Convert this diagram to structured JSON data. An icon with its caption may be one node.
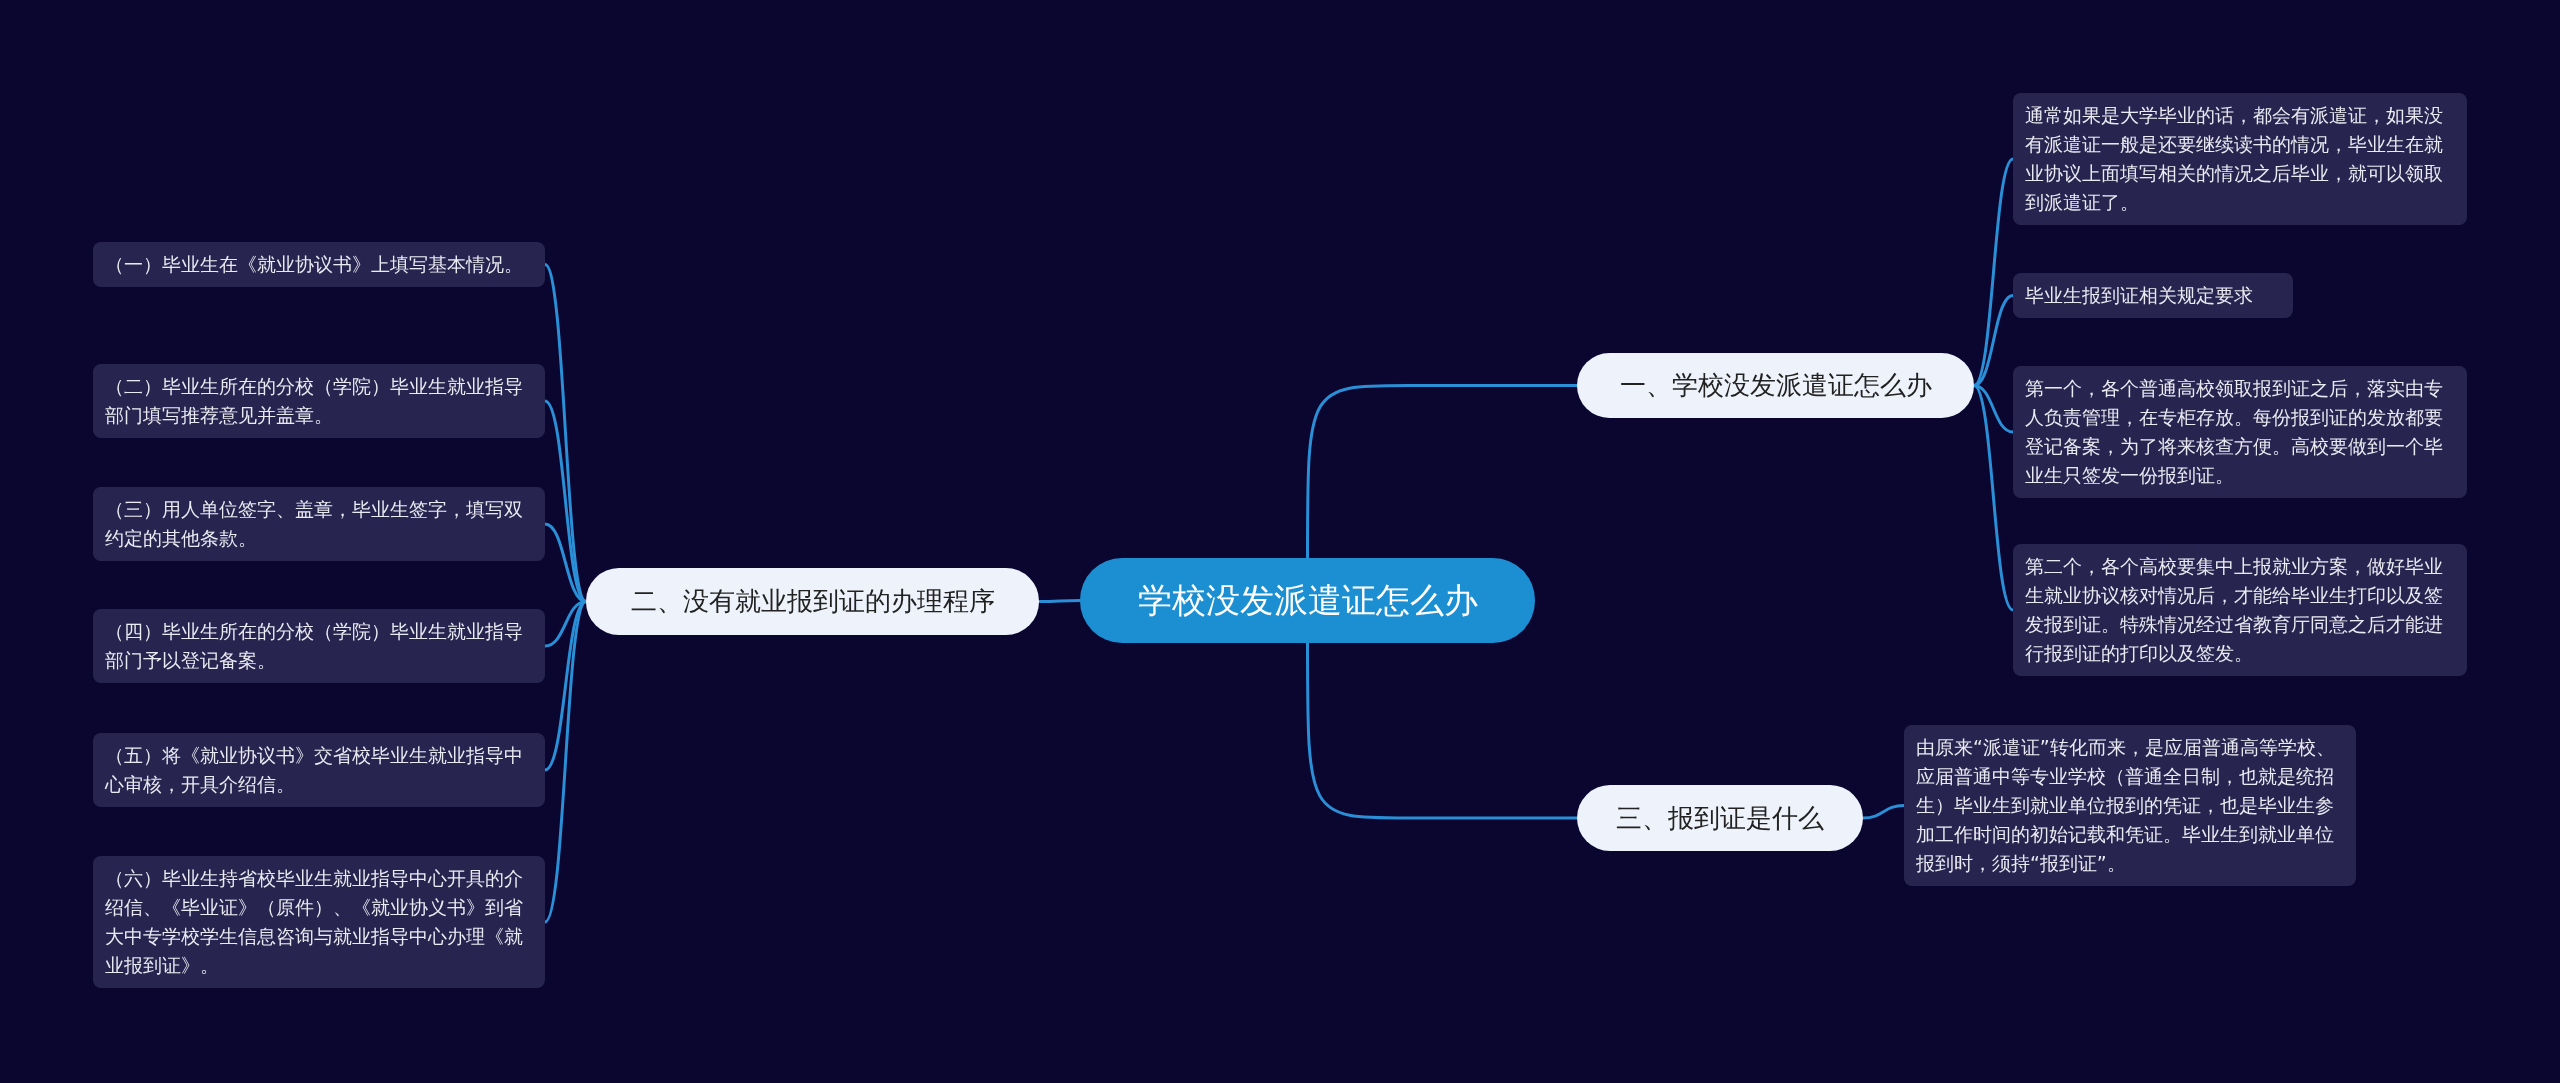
{
  "diagram": {
    "nodes": [
      {
        "text": [
          "学校没发派遣证怎么办"
        ]
      },
      {
        "text": [
          "一、学校没发派遣证怎么办"
        ]
      },
      {
        "text": [
          "通常如果是大学毕业的话，都会有派遣证，如果没有派遣证一般是还要继续读书的情况，毕业生在就业协议上面填写相关的情况之后毕业，就可以领取到派遣证了。"
        ]
      },
      {
        "text": [
          "毕业生报到证相关规定要求"
        ]
      },
      {
        "text": [
          "第一个，各个普通高校领取报到证之后，落实由专人负责管理，在专柜存放。每份报到证的发放都要登记备案，为了将来核查方便。高校要做到一个毕业生只签发一份报到证。"
        ]
      },
      {
        "text": [
          "第二个，各个高校要集中上报就业方案，做好毕业生就业协议核对情况后，才能给毕业生打印以及签发报到证。特殊情况经过省教育厅同意之后才能进行报到证的打印以及签发。"
        ]
      },
      {
        "text": [
          "二、没有就业报到证的办理程序"
        ]
      },
      {
        "text": [
          "（一）毕业生在《就业协议书》上填写基本情况。"
        ]
      },
      {
        "text": [
          "（二）毕业生所在的分校（学院）毕业生就业指导部门填写推荐意见并盖章。"
        ]
      },
      {
        "text": [
          "（三）用人单位签字、盖章，毕业生签字，填写双约定的其他条款。"
        ]
      },
      {
        "text": [
          "（四）毕业生所在的分校（学院）毕业生就业指导部门予以登记备案。"
        ]
      },
      {
        "text": [
          "（五）将《就业协议书》交省校毕业生就业指导中心审核，开具介绍信。"
        ]
      },
      {
        "text": [
          "（六）毕业生持省校毕业生就业指导中心开具的介绍信、《毕业证》（原件）、《就业协义书》到省大中专学校学生信息咨询与就业指导中心办理《就业报到证》。"
        ]
      },
      {
        "text": [
          "三、报到证是什么"
        ]
      },
      {
        "text": [
          "由原来“派遣证”转化而来，是应届普通高等学校、应届普通中等专业学校（普通全日制，也就是统招生）毕业生到就业单位报到的凭证，也是毕业生参加工作时间的初始记载和凭证。毕业生到就业单位报到时，须持“报到证”。"
        ]
      }
    ],
    "edges": [
      {
        "from": 0,
        "to": 1,
        "arrow": "none"
      },
      {
        "from": 1,
        "to": 2,
        "arrow": "none"
      },
      {
        "from": 1,
        "to": 3,
        "arrow": "none"
      },
      {
        "from": 1,
        "to": 4,
        "arrow": "none"
      },
      {
        "from": 1,
        "to": 5,
        "arrow": "none"
      },
      {
        "from": 0,
        "to": 6,
        "arrow": "none"
      },
      {
        "from": 6,
        "to": 7,
        "arrow": "none"
      },
      {
        "from": 6,
        "to": 8,
        "arrow": "none"
      },
      {
        "from": 6,
        "to": 9,
        "arrow": "none"
      },
      {
        "from": 6,
        "to": 10,
        "arrow": "none"
      },
      {
        "from": 6,
        "to": 11,
        "arrow": "none"
      },
      {
        "from": 6,
        "to": 12,
        "arrow": "none"
      },
      {
        "from": 0,
        "to": 13,
        "arrow": "none"
      },
      {
        "from": 13,
        "to": 14,
        "arrow": "none"
      }
    ]
  }
}
